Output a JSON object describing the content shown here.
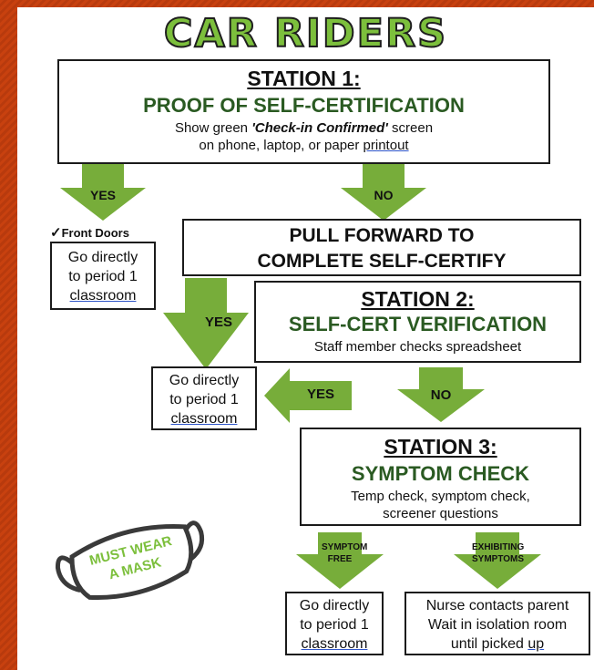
{
  "title": "CAR RIDERS",
  "station1": {
    "heading": "STATION 1:",
    "subheading": "PROOF OF SELF-CERTIFICATION",
    "line1_pre": "Show green ",
    "line1_em": "'Check-in Confirmed'",
    "line1_post": " screen",
    "line2_pre": "on phone, laptop, or paper ",
    "line2_link": "printout"
  },
  "arrows": {
    "yes1": "YES",
    "no1": "NO",
    "yes2": "YES",
    "yes3": "YES",
    "no2": "NO",
    "symptom_free": "SYMPTOM FREE",
    "exhibiting": "EXHIBITING SYMPTOMS"
  },
  "front_doors": "Front Doors",
  "checkmark": "✓",
  "go_box1": {
    "line1": "Go directly",
    "line2": "to period 1",
    "line3": "classroom"
  },
  "pull_forward": {
    "line1": "PULL FORWARD TO",
    "line2": "COMPLETE SELF-CERTIFY"
  },
  "station2": {
    "heading": "STATION 2:",
    "subheading": "SELF-CERT VERIFICATION",
    "text": "Staff member checks spreadsheet"
  },
  "go_box2": {
    "line1": "Go directly",
    "line2": "to period 1",
    "line3": "classroom"
  },
  "station3": {
    "heading": "STATION 3:",
    "subheading": "SYMPTOM CHECK",
    "line1": "Temp check, symptom check,",
    "line2": "screener questions"
  },
  "mask": {
    "line1": "MUST WEAR",
    "line2": "A MASK"
  },
  "go_box3": {
    "line1": "Go directly",
    "line2": "to period 1",
    "line3": "classroom"
  },
  "nurse_box": {
    "line1": "Nurse contacts parent",
    "line2": "Wait in isolation room",
    "line3_pre": "until picked ",
    "line3_link": "up"
  },
  "colors": {
    "arrow_green": "#77ad3a",
    "title_green": "#7cbf3c",
    "border": "#1b1b1b",
    "background_orange": "#c8410f"
  }
}
